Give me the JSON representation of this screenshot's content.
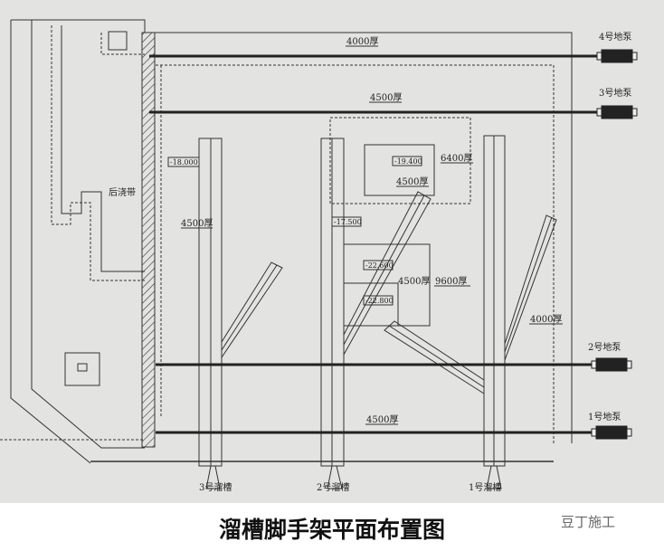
{
  "diagram": {
    "thickness_labels": [
      "4000厚",
      "4500厚",
      "4500厚",
      "6400厚",
      "4500厚",
      "4500厚",
      "9600厚",
      "4000厚",
      "4500厚"
    ],
    "elevations": [
      "-18.000",
      "-19.400",
      "-17.500",
      "-22.600",
      "-22.800"
    ],
    "post_pour_strip": "后浇带",
    "pumps": [
      "4号地泵",
      "3号地泵",
      "2号地泵",
      "1号地泵"
    ],
    "chutes": [
      "3号溜槽",
      "2号溜槽",
      "1号溜槽"
    ]
  },
  "caption": "溜槽脚手架平面布置图",
  "watermark": "豆丁施工"
}
